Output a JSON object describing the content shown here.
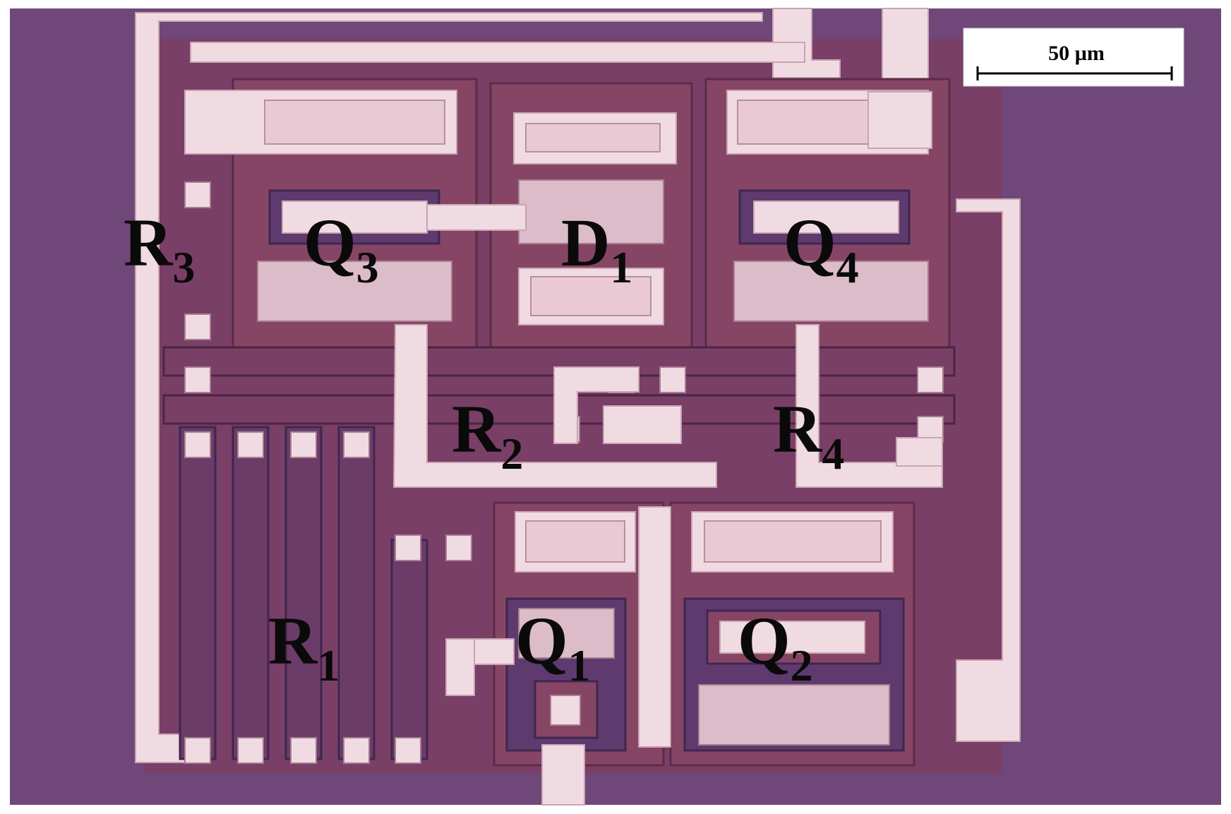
{
  "image": {
    "description_colors": {
      "substrate": "#6f4778",
      "metal": "#f0dbe2",
      "device_region": "#8a4766",
      "active_area": "#d9b8c4"
    }
  },
  "scale_bar": {
    "label": "50 µm"
  },
  "labels": [
    {
      "main": "R",
      "sub": "3"
    },
    {
      "main": "Q",
      "sub": "3"
    },
    {
      "main": "D",
      "sub": "1"
    },
    {
      "main": "Q",
      "sub": "4"
    },
    {
      "main": "R",
      "sub": "2"
    },
    {
      "main": "R",
      "sub": "4"
    },
    {
      "main": "R",
      "sub": "1"
    },
    {
      "main": "Q",
      "sub": "1"
    },
    {
      "main": "Q",
      "sub": "2"
    }
  ]
}
